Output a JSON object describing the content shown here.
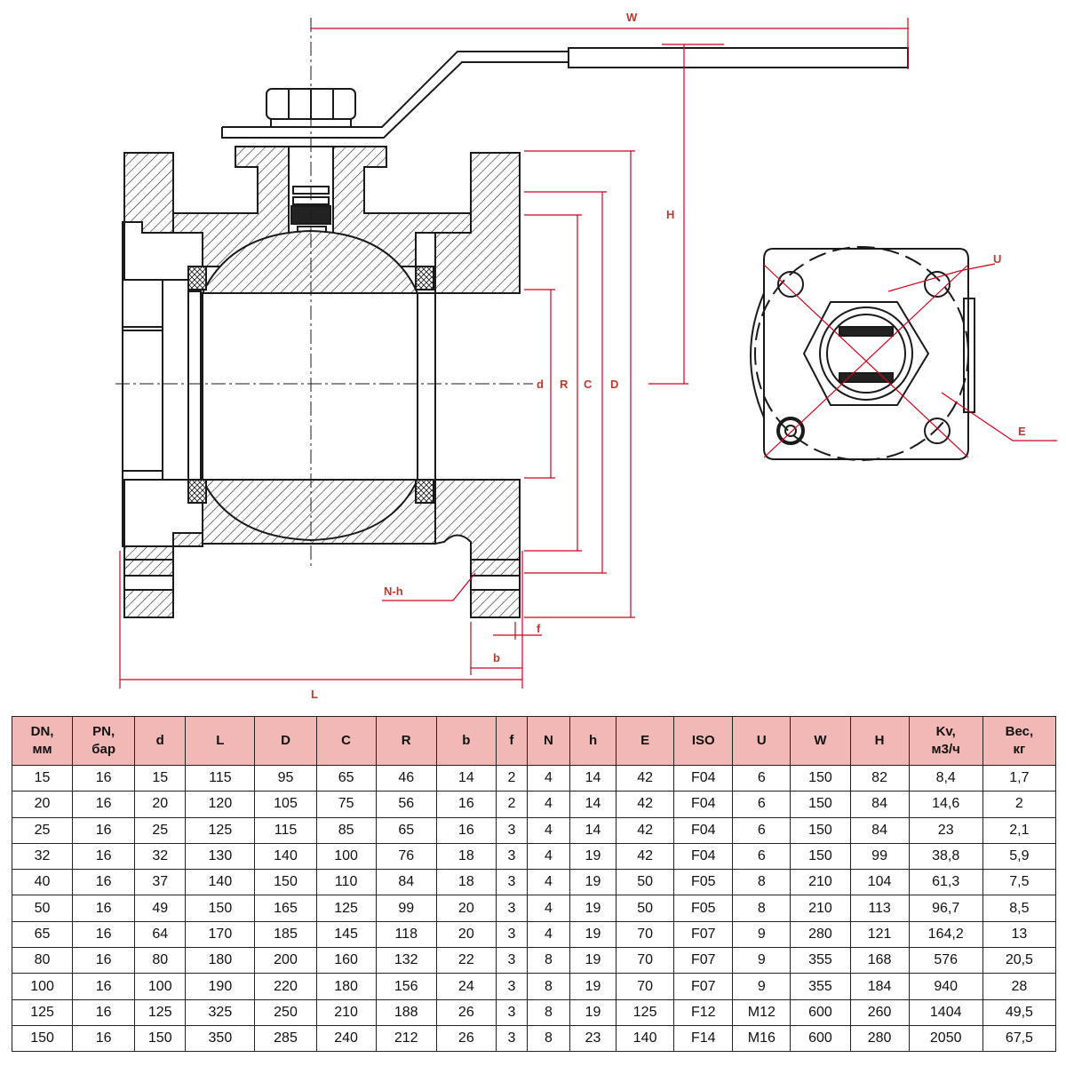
{
  "drawing": {
    "dimension_labels": {
      "W": "W",
      "H": "H",
      "d": "d",
      "R": "R",
      "C": "C",
      "D": "D",
      "L": "L",
      "b": "b",
      "f": "f",
      "N_h": "N-h",
      "U": "U",
      "E": "E"
    },
    "colors": {
      "line": "#1a1a1a",
      "dimension": "#d0021b",
      "header_fill": "#f2b8b5"
    }
  },
  "table": {
    "headers": [
      "DN,\nмм",
      "PN,\nбар",
      "d",
      "L",
      "D",
      "C",
      "R",
      "b",
      "f",
      "N",
      "h",
      "E",
      "ISO",
      "U",
      "W",
      "H",
      "Kv,\nм3/ч",
      "Вес,\nкг"
    ],
    "rows": [
      [
        "15",
        "16",
        "15",
        "115",
        "95",
        "65",
        "46",
        "14",
        "2",
        "4",
        "14",
        "42",
        "F04",
        "6",
        "150",
        "82",
        "8,4",
        "1,7"
      ],
      [
        "20",
        "16",
        "20",
        "120",
        "105",
        "75",
        "56",
        "16",
        "2",
        "4",
        "14",
        "42",
        "F04",
        "6",
        "150",
        "84",
        "14,6",
        "2"
      ],
      [
        "25",
        "16",
        "25",
        "125",
        "115",
        "85",
        "65",
        "16",
        "3",
        "4",
        "14",
        "42",
        "F04",
        "6",
        "150",
        "84",
        "23",
        "2,1"
      ],
      [
        "32",
        "16",
        "32",
        "130",
        "140",
        "100",
        "76",
        "18",
        "3",
        "4",
        "19",
        "42",
        "F04",
        "6",
        "150",
        "99",
        "38,8",
        "5,9"
      ],
      [
        "40",
        "16",
        "37",
        "140",
        "150",
        "110",
        "84",
        "18",
        "3",
        "4",
        "19",
        "50",
        "F05",
        "8",
        "210",
        "104",
        "61,3",
        "7,5"
      ],
      [
        "50",
        "16",
        "49",
        "150",
        "165",
        "125",
        "99",
        "20",
        "3",
        "4",
        "19",
        "50",
        "F05",
        "8",
        "210",
        "113",
        "96,7",
        "8,5"
      ],
      [
        "65",
        "16",
        "64",
        "170",
        "185",
        "145",
        "118",
        "20",
        "3",
        "4",
        "19",
        "70",
        "F07",
        "9",
        "280",
        "121",
        "164,2",
        "13"
      ],
      [
        "80",
        "16",
        "80",
        "180",
        "200",
        "160",
        "132",
        "22",
        "3",
        "8",
        "19",
        "70",
        "F07",
        "9",
        "355",
        "168",
        "576",
        "20,5"
      ],
      [
        "100",
        "16",
        "100",
        "190",
        "220",
        "180",
        "156",
        "24",
        "3",
        "8",
        "19",
        "70",
        "F07",
        "9",
        "355",
        "184",
        "940",
        "28"
      ],
      [
        "125",
        "16",
        "125",
        "325",
        "250",
        "210",
        "188",
        "26",
        "3",
        "8",
        "19",
        "125",
        "F12",
        "M12",
        "600",
        "260",
        "1404",
        "49,5"
      ],
      [
        "150",
        "16",
        "150",
        "350",
        "285",
        "240",
        "212",
        "26",
        "3",
        "8",
        "23",
        "140",
        "F14",
        "M16",
        "600",
        "280",
        "2050",
        "67,5"
      ]
    ]
  }
}
